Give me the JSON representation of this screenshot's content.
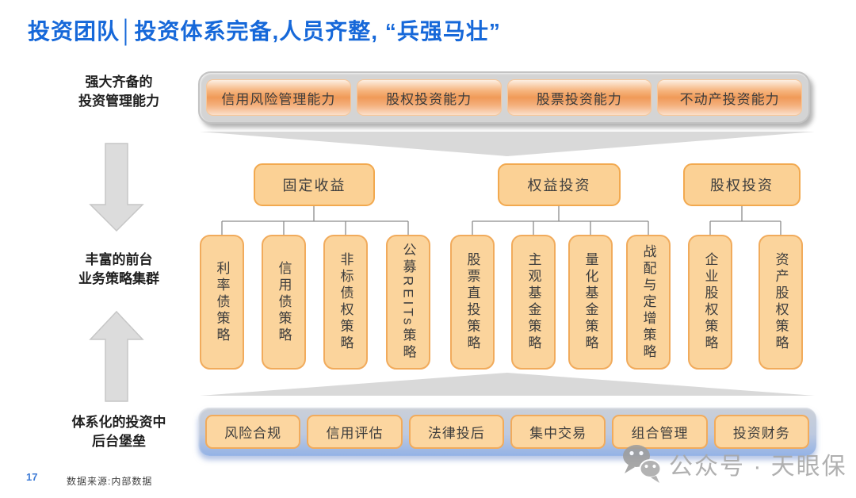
{
  "title": "投资团队│投资体系完备,人员齐整, “兵强马壮”",
  "side_labels": {
    "capability_line1": "强大齐备的",
    "capability_line2": "投资管理能力",
    "strategy_line1": "丰富的前台",
    "strategy_line2": "业务策略集群",
    "backoffice_line1": "体系化的投资中",
    "backoffice_line2": "后台堡垒"
  },
  "capabilities": [
    "信用风险管理能力",
    "股权投资能力",
    "股票投资能力",
    "不动产投资能力"
  ],
  "org": {
    "groups": [
      {
        "parent": "固定收益",
        "children": [
          "利率债策略",
          "信用债策略",
          "非标债权策略",
          "公募REITs策略"
        ]
      },
      {
        "parent": "权益投资",
        "children": [
          "股票直投策略",
          "主观基金策略",
          "量化基金策略",
          "战配与定增策略"
        ]
      },
      {
        "parent": "股权投资",
        "children": [
          "企业股权策略",
          "资产股权策略"
        ]
      }
    ]
  },
  "backoffice": [
    "风险合规",
    "信用评估",
    "法律投后",
    "集中交易",
    "组合管理",
    "投资财务"
  ],
  "footer": {
    "page_number": "17",
    "source": "数据来源:内部数据"
  },
  "watermark": {
    "text": "公众号 · 天眼保"
  },
  "colors": {
    "title_blue": "#1668D9",
    "node_fill": "#FBD49C",
    "node_border": "#F1AB5C",
    "glossy_orange": "#F09A58",
    "bar_gray": "#D4D4D4",
    "bar_blue": "#93B2E6",
    "arrow_gray": "#DCDCDC",
    "connector_gray": "#8C8C8C"
  }
}
